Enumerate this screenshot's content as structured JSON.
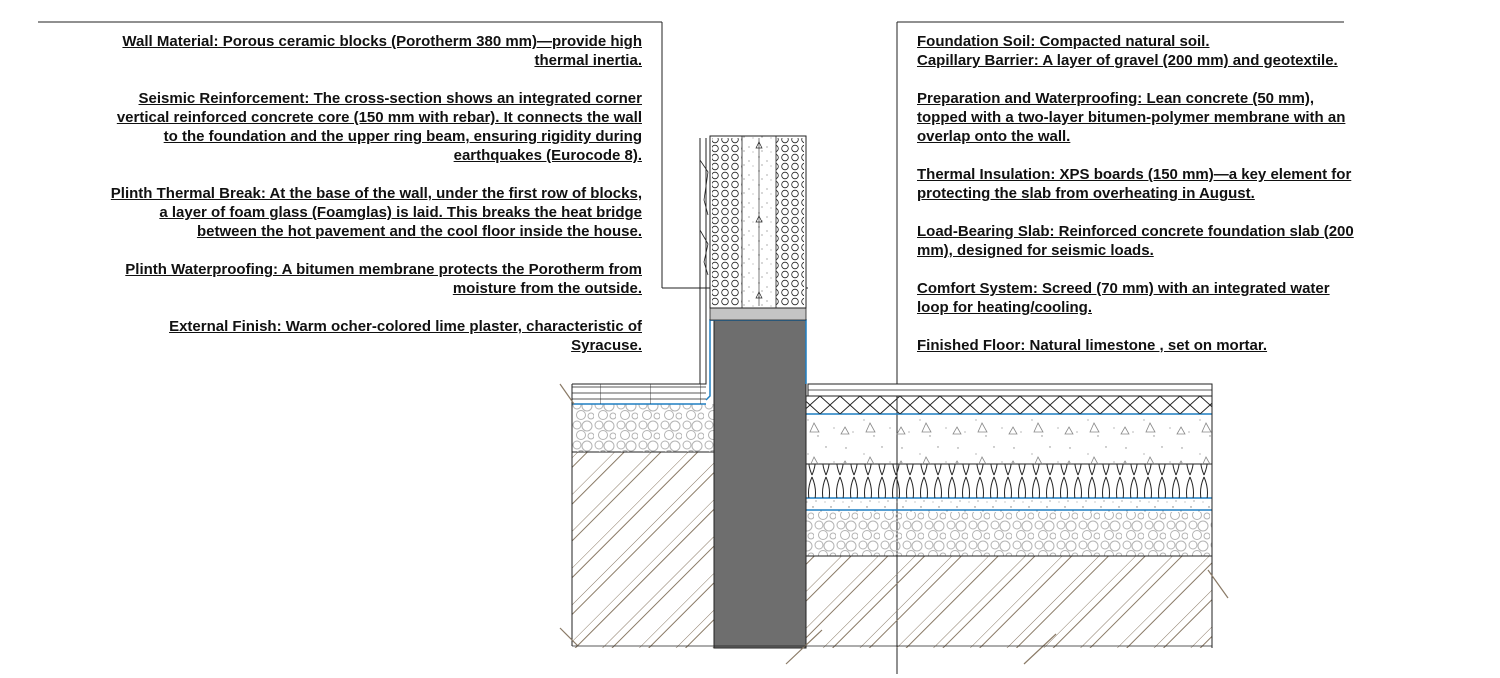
{
  "left_notes": [
    {
      "id": "wall-material",
      "text": "Wall Material: Porous ceramic blocks (Porotherm 380 mm)—provide high\nthermal inertia."
    },
    {
      "id": "seismic-reinforcement",
      "text": "Seismic Reinforcement: The cross-section shows an integrated corner\nvertical reinforced concrete core (150 mm with rebar). It connects the wall\nto the foundation and the upper ring beam, ensuring rigidity during\nearthquakes (Eurocode 8)."
    },
    {
      "id": "plinth-thermal-break",
      "text": "Plinth Thermal Break: At the base of the wall, under the first row of blocks,\na layer of foam glass (Foamglas) is laid. This breaks the heat bridge\nbetween the hot pavement and the cool floor inside the house."
    },
    {
      "id": "plinth-waterproofing",
      "text": "Plinth Waterproofing: A bitumen membrane protects the Porotherm from\nmoisture from the outside."
    },
    {
      "id": "external-finish",
      "text": "External Finish: Warm ocher-colored lime plaster, characteristic of\nSyracuse."
    }
  ],
  "right_notes": [
    {
      "id": "foundation-soil",
      "text": "Foundation Soil: Compacted natural  soil.\nCapillary Barrier: A layer of gravel (200 mm) and geotextile."
    },
    {
      "id": "preparation-waterproofing",
      "text": "Preparation and Waterproofing: Lean concrete (50 mm),\ntopped with a two-layer bitumen-polymer membrane with an\noverlap onto the wall."
    },
    {
      "id": "thermal-insulation",
      "text": "Thermal Insulation: XPS boards (150 mm)—a key element for\nprotecting the slab from overheating in August."
    },
    {
      "id": "load-bearing-slab",
      "text": "Load-Bearing Slab: Reinforced concrete foundation slab (200\nmm), designed for seismic loads."
    },
    {
      "id": "comfort-system",
      "text": "Comfort System: Screed (70 mm) with an integrated water\nloop for heating/cooling."
    },
    {
      "id": "finished-floor",
      "text": "Finished Floor: Natural limestone , set on mortar."
    }
  ],
  "colors": {
    "line": "#222222",
    "hatch": "#8a7a66",
    "gravel": "#b3b3b3",
    "foundation": "#6e6e6e",
    "membrane": "#1f7fc2",
    "foamglass": "#c4c4c4"
  }
}
